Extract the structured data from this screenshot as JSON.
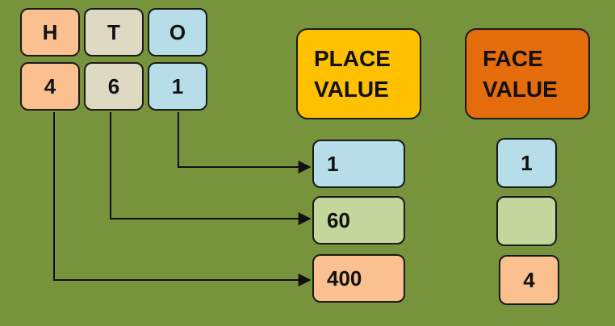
{
  "grid": {
    "headers": [
      "H",
      "T",
      "O"
    ],
    "digits": [
      "4",
      "6",
      "1"
    ]
  },
  "place_value": {
    "title_line1": "PLACE",
    "title_line2": "VALUE",
    "values": [
      "1",
      "60",
      "400"
    ]
  },
  "face_value": {
    "title_line1": "FACE",
    "title_line2": "VALUE",
    "values": [
      "1",
      "",
      "4"
    ]
  },
  "colors": {
    "background": "#77933c",
    "hundreds": "#fac090",
    "tens": "#ddd9c3",
    "ones": "#b7dde8",
    "tens_place": "#c3d69b",
    "place_header": "#ffc000",
    "face_header": "#e46c0a"
  }
}
